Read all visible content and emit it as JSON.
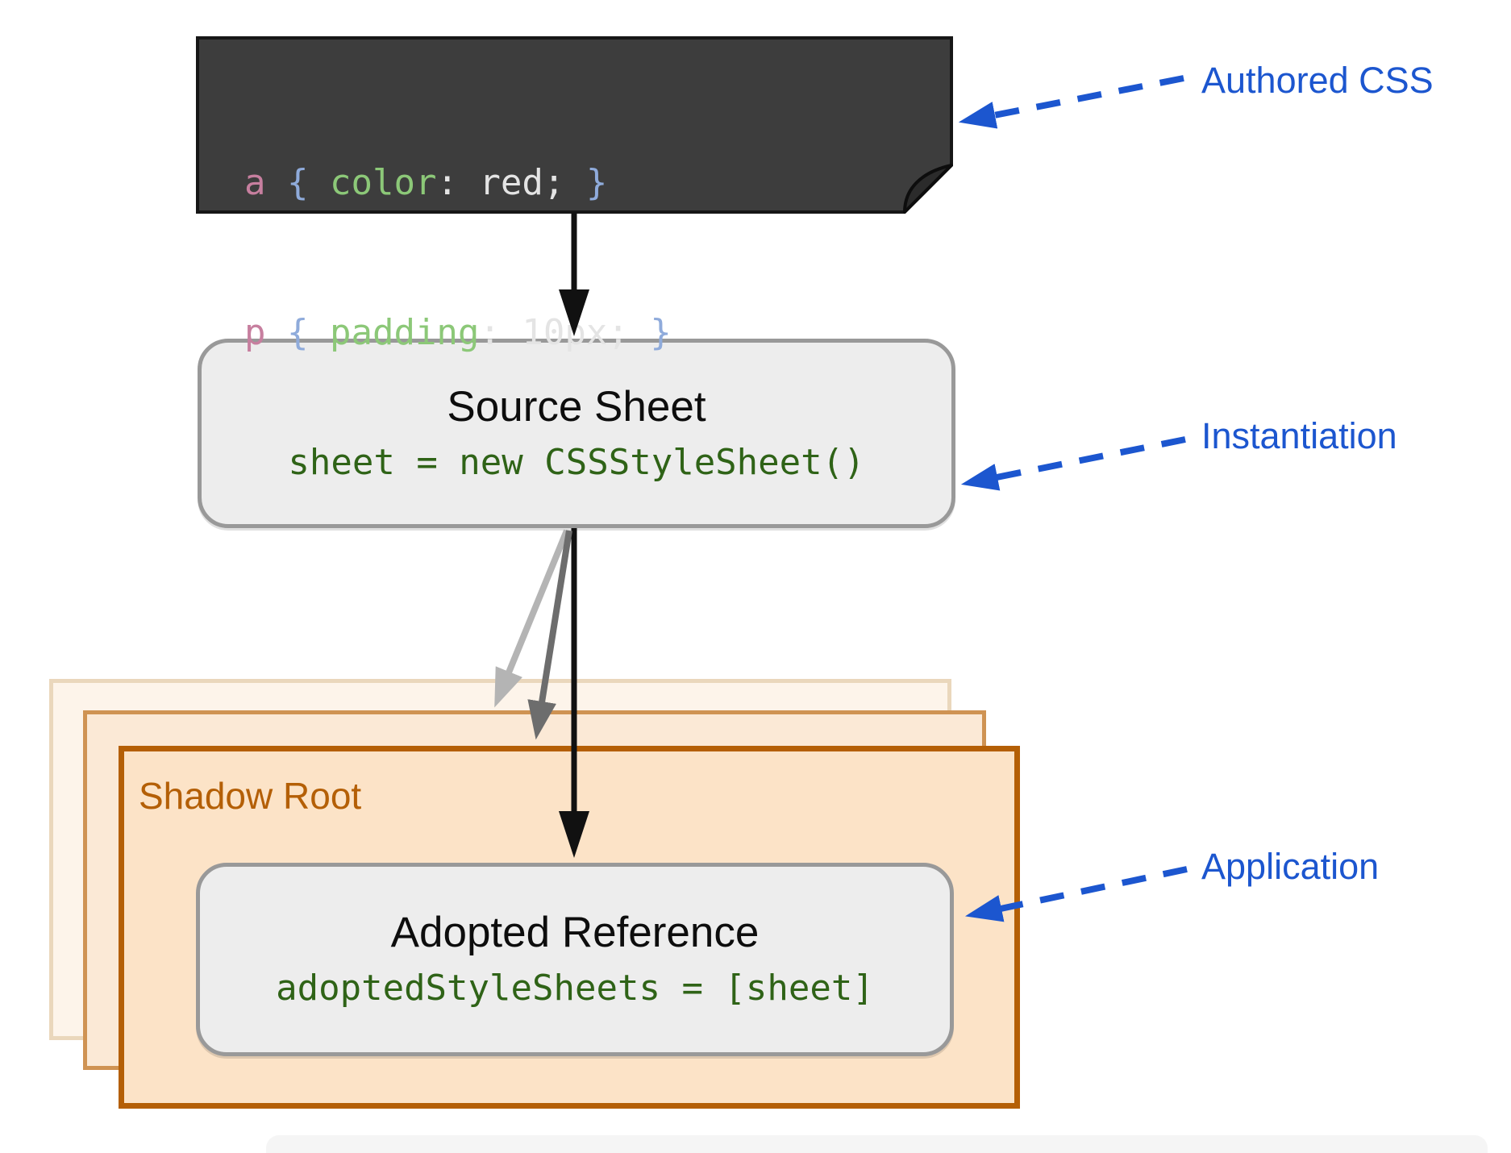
{
  "annotations": {
    "authored_css": "Authored CSS",
    "instantiation": "Instantiation",
    "application": "Application"
  },
  "authored_css_block": {
    "lines": [
      {
        "tokens": [
          {
            "text": "a",
            "role": "selector"
          },
          {
            "text": " { ",
            "role": "punct"
          },
          {
            "text": "color",
            "role": "property"
          },
          {
            "text": ": red; ",
            "role": "value"
          },
          {
            "text": "}",
            "role": "punct"
          }
        ]
      },
      {
        "tokens": [
          {
            "text": "p",
            "role": "selector"
          },
          {
            "text": " { ",
            "role": "punct"
          },
          {
            "text": "padding",
            "role": "property"
          },
          {
            "text": ": 10px; ",
            "role": "value"
          },
          {
            "text": "}",
            "role": "punct"
          }
        ]
      }
    ]
  },
  "source_sheet": {
    "title": "Source Sheet",
    "code": "sheet = new CSSStyleSheet()"
  },
  "shadow_root": {
    "label": "Shadow Root",
    "stacked_layers": 3
  },
  "adopted_reference": {
    "title": "Adopted Reference",
    "code": "adoptedStyleSheets = [sheet]"
  },
  "colors": {
    "annotation_blue": "#1c56cf",
    "code_block_bg": "#3d3d3d",
    "syntax_selector_pink": "#c77f9f",
    "syntax_punct_blue": "#8fabdb",
    "syntax_property_green": "#8cc878",
    "syntax_value_gray": "#e4e4e4",
    "node_code_green": "#2f6317",
    "shadow_root_orange": "#b45f06",
    "shadow_root_fill": "#fce3c7",
    "node_fill": "#ededed",
    "node_border": "#999999",
    "arrow_black": "#111111",
    "arrow_gray_light": "#b4b4b4",
    "arrow_gray_dark": "#6d6d6d"
  }
}
